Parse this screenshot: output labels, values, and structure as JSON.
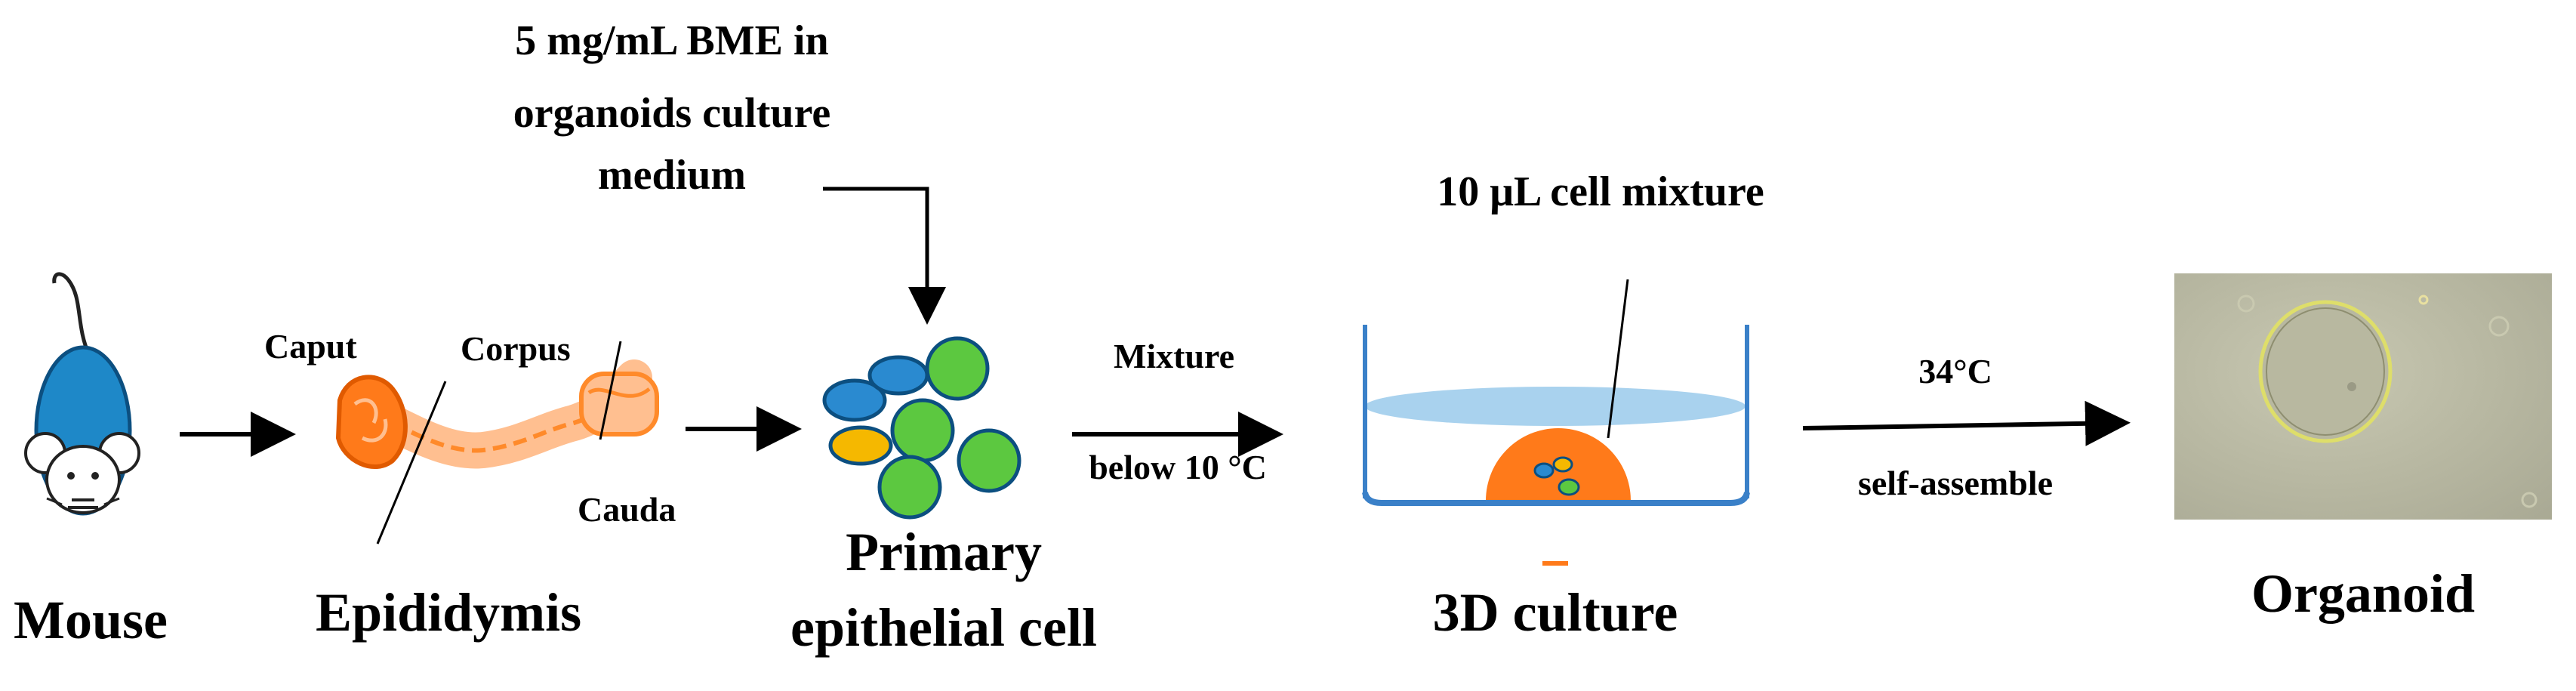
{
  "labels": {
    "mouse": "Mouse",
    "epididymis": "Epididymis",
    "caput": "Caput",
    "corpus": "Corpus",
    "cauda": "Cauda",
    "bme_line1": "5 mg/mL BME in",
    "bme_line2": "organoids culture",
    "bme_line3": "medium",
    "primary_line1": "Primary",
    "primary_line2": "epithelial cell",
    "mixture": "Mixture",
    "below_temp": "below 10 °C",
    "cell_mixture": "10 μL cell mixture",
    "culture_3d": "3D culture",
    "temp": "34°C",
    "self_assemble": "self-assemble",
    "organoid": "Organoid"
  },
  "colors": {
    "mouse_blue": "#1e88c8",
    "tissue_orange": "#ff8a2a",
    "tissue_light": "#ffbf90",
    "cell_blue": "#2a8ad0",
    "cell_green": "#5cc840",
    "cell_yellow": "#f5b800",
    "dish_blue": "#3a80c8",
    "medium_blue": "#a9d2ee",
    "drop_orange": "#ff7a1a"
  }
}
